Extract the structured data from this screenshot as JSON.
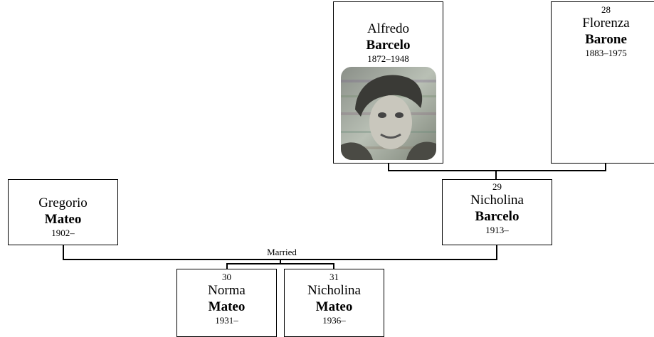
{
  "people": {
    "alfredo": {
      "number": "",
      "given": "Alfredo",
      "surname": "Barcelo",
      "dates": "1872–1948",
      "has_photo": true
    },
    "florenza": {
      "number": "28",
      "given": "Florenza",
      "surname": "Barone",
      "dates": "1883–1975"
    },
    "gregorio": {
      "number": "",
      "given": "Gregorio",
      "surname": "Mateo",
      "dates": "1902–"
    },
    "nicholina_barcelo": {
      "number": "29",
      "given": "Nicholina",
      "surname": "Barcelo",
      "dates": "1913–"
    },
    "norma": {
      "number": "30",
      "given": "Norma",
      "surname": "Mateo",
      "dates": "1931–"
    },
    "nicholina_mateo": {
      "number": "31",
      "given": "Nicholina",
      "surname": "Mateo",
      "dates": "1936–"
    }
  },
  "relations": {
    "married_label": "Married"
  },
  "colors": {
    "border": "#000000",
    "background": "#ffffff"
  }
}
